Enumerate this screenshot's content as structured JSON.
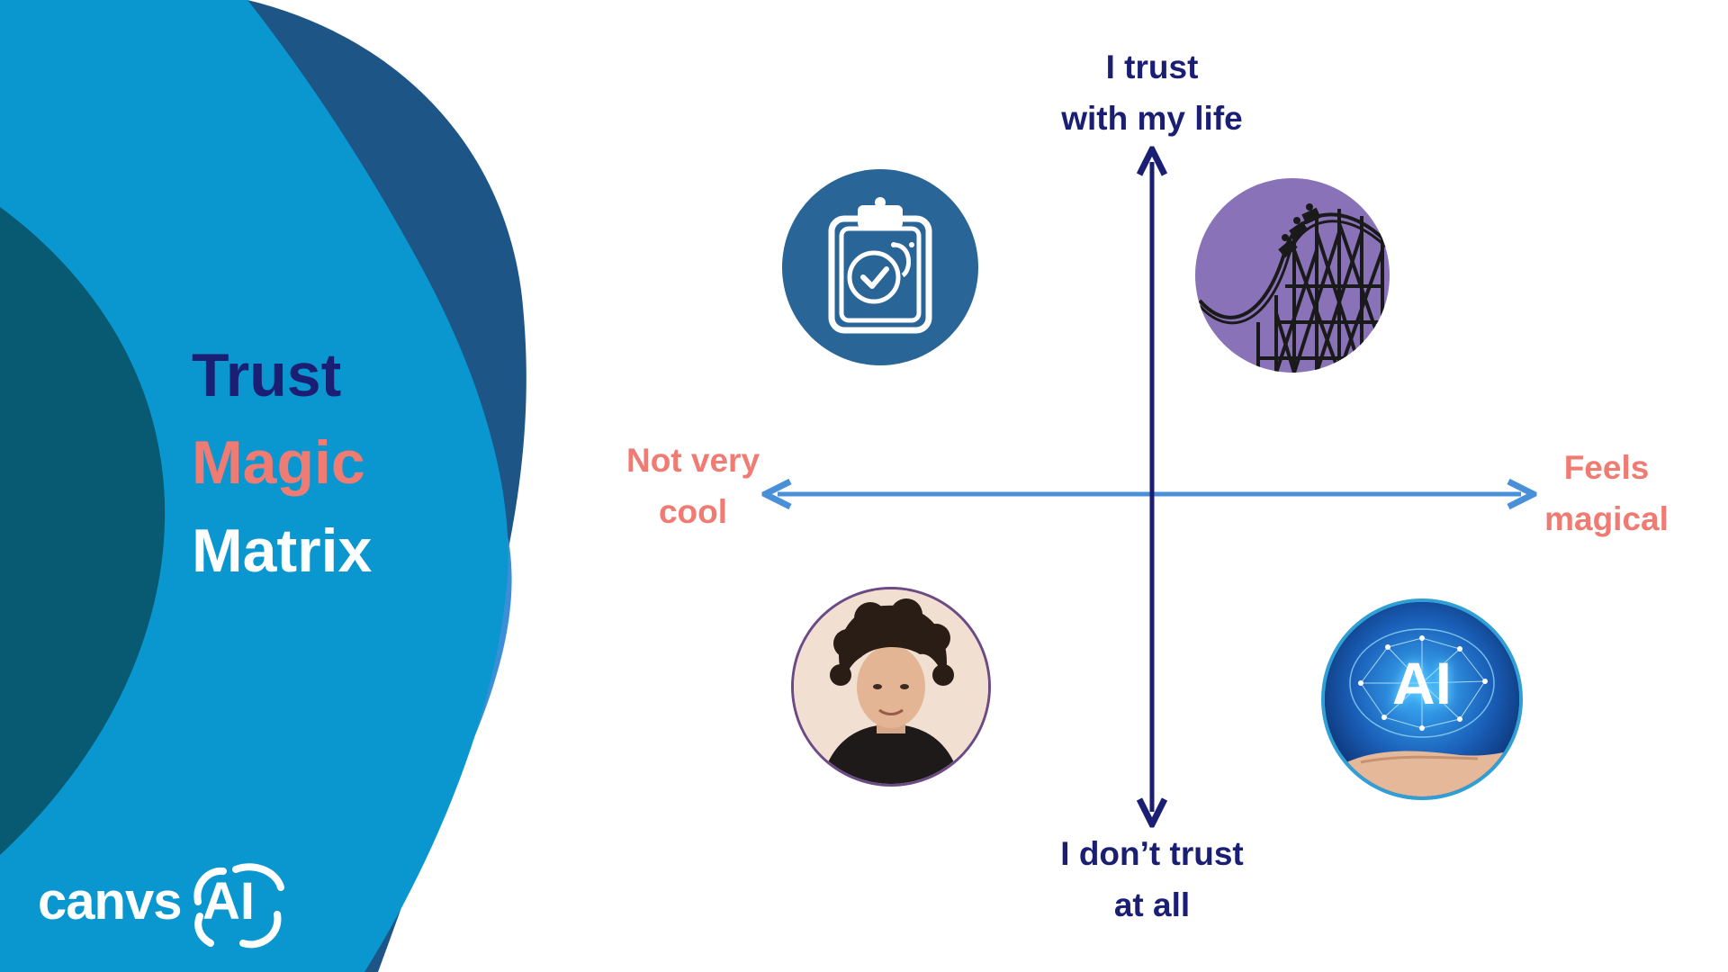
{
  "title": {
    "line1": "Trust",
    "line2": "Magic",
    "line3": "Matrix"
  },
  "axes": {
    "top": [
      "I trust",
      "with my life"
    ],
    "bottom": [
      "I don’t trust",
      "at all"
    ],
    "left": [
      "Not very",
      "cool"
    ],
    "right": [
      "Feels",
      "magical"
    ]
  },
  "quadrants": {
    "top_left": "medical-clipboard-icon",
    "top_right": "roller-coaster-image",
    "bottom_left": "person-portrait-photo",
    "bottom_right": "ai-brain-hand-image",
    "bottom_right_text": "AI"
  },
  "logo": {
    "text": "canvs",
    "suffix": "AI"
  },
  "colors": {
    "title_trust": "#1b1f73",
    "title_magic": "#ef7b73",
    "title_matrix": "#ffffff",
    "vertical_axis": "#1b1f73",
    "horizontal_axis": "#4a90d9",
    "vertical_labels": "#1b1f73",
    "horizontal_labels": "#ef7b73",
    "bg_dark_blue": "#1e5587",
    "bg_mid_blue": "#0a97cf",
    "bg_light_blue": "#3a8fd8",
    "bg_teal": "#075a72"
  }
}
